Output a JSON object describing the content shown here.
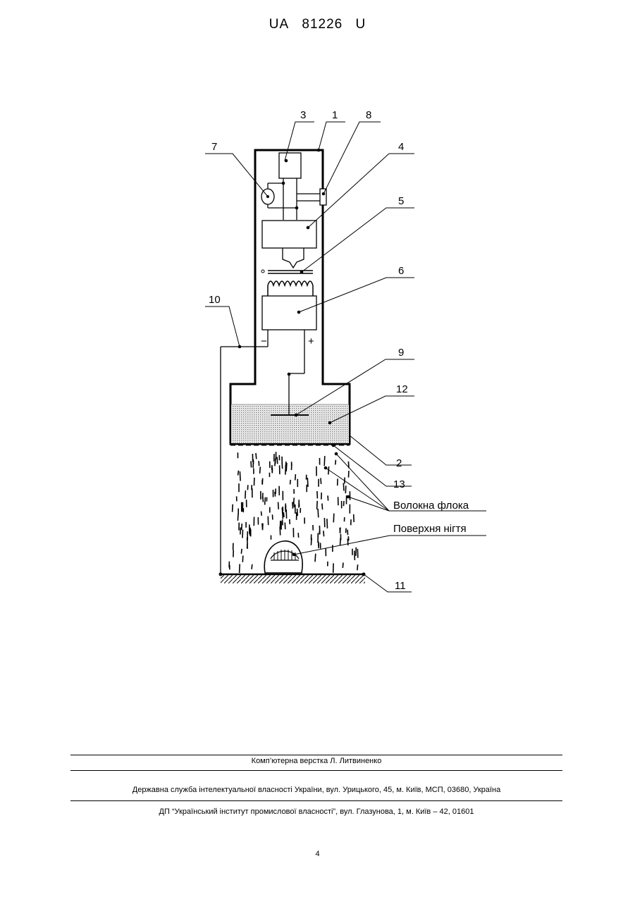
{
  "header": {
    "office": "UA",
    "number": "81226",
    "kind": "U"
  },
  "figure": {
    "labels": [
      "1",
      "2",
      "3",
      "4",
      "5",
      "6",
      "7",
      "8",
      "9",
      "10",
      "11",
      "12",
      "13"
    ],
    "minus_sign": "−",
    "plus_sign": "+",
    "flock_fibers_label": "Волокна флока",
    "nail_surface_label": "Поверхня нігтя"
  },
  "footer": {
    "layout_credit": "Комп’ютерна верстка Л. Литвиненко",
    "state_service": "Державна служба інтелектуальної власності України, вул. Урицького, 45, м. Київ, МСП, 03680, Україна",
    "institute": "ДП “Український інститут промислової власності”, вул. Глазунова, 1, м. Київ – 42, 01601"
  },
  "page_number": "4"
}
